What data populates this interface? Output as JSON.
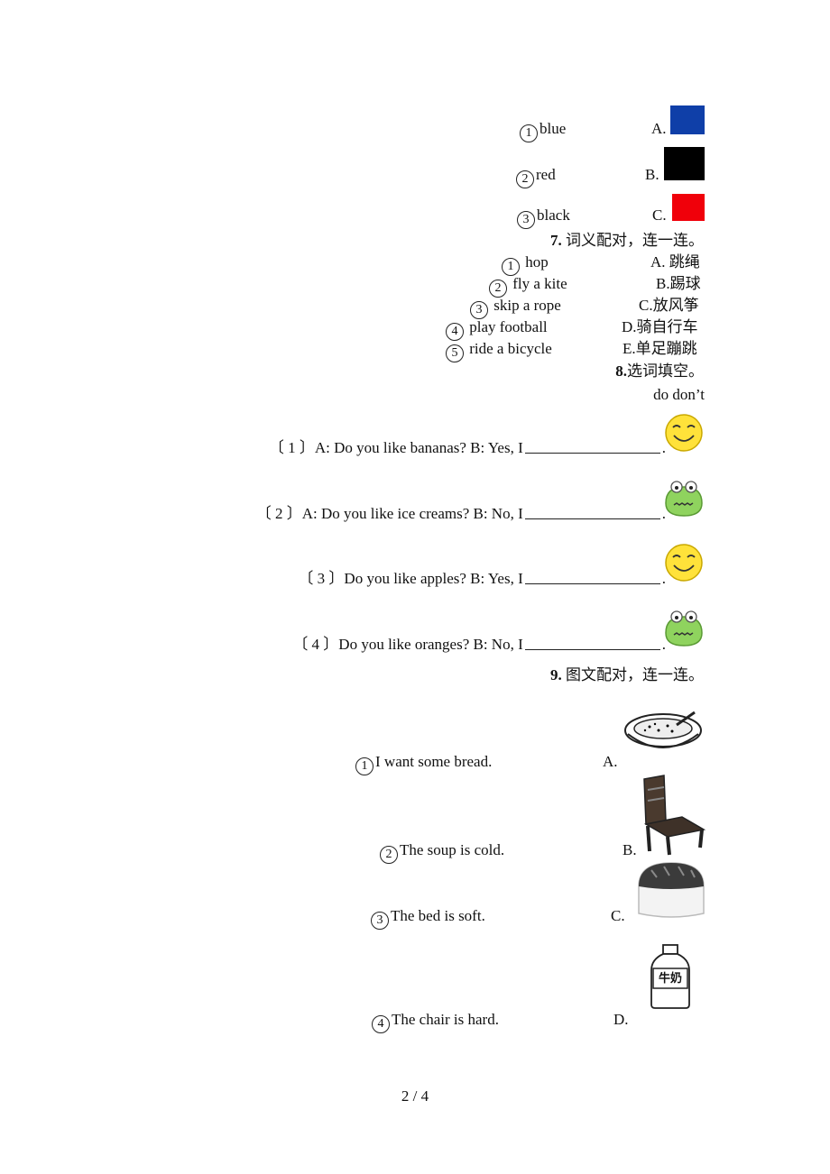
{
  "colors": {
    "blue": "#0f3fa8",
    "black": "#000000",
    "red": "#f0000a"
  },
  "q6": {
    "items": [
      {
        "num": "1",
        "text": "blue",
        "letter": "A."
      },
      {
        "num": "2",
        "text": "red",
        "letter": "B."
      },
      {
        "num": "3",
        "text": "black",
        "letter": "C."
      }
    ]
  },
  "q7": {
    "number": "7.",
    "title": "词义配对，连一连。",
    "left": [
      {
        "num": "1",
        "text": "hop"
      },
      {
        "num": "2",
        "text": "fly a kite"
      },
      {
        "num": "3",
        "text": "skip a rope"
      },
      {
        "num": "4",
        "text": "play football"
      },
      {
        "num": "5",
        "text": "ride a bicycle"
      }
    ],
    "right": [
      "A. 跳绳",
      "B.踢球",
      "C.放风筝",
      "D.骑自行车",
      "E.单足蹦跳"
    ]
  },
  "q8": {
    "number": "8.",
    "title": "选词填空。",
    "options": "do don’t",
    "items": [
      {
        "prefix": "〔 1 〕A: Do you like bananas? B: Yes, I",
        "suffix": ".",
        "face": "smile-face-icon"
      },
      {
        "prefix": "〔 2 〕A: Do you like ice creams? B: No, I",
        "suffix": ".",
        "face": "frown-face-icon"
      },
      {
        "prefix": "〔 3 〕Do you like apples? B: Yes, I",
        "suffix": ".",
        "face": "smile-face-icon"
      },
      {
        "prefix": "〔 4 〕Do you like oranges?   B: No, I",
        "suffix": ".",
        "face": "frown-face-icon"
      }
    ]
  },
  "q9": {
    "number": "9.",
    "title": "图文配对，连一连。",
    "items": [
      {
        "num": "1",
        "text": "I want some bread.",
        "letter": "A.",
        "picture": "soup-bowl-icon"
      },
      {
        "num": "2",
        "text": "The soup is cold.",
        "letter": "B.",
        "picture": "chair-icon"
      },
      {
        "num": "3",
        "text": "The bed is soft.",
        "letter": "C.",
        "picture": "bread-icon"
      },
      {
        "num": "4",
        "text": "The chair is hard.",
        "letter": "D.",
        "picture": "milk-bottle-icon"
      }
    ],
    "milk_label": "牛奶"
  },
  "footer": {
    "page": "2 / 4"
  }
}
